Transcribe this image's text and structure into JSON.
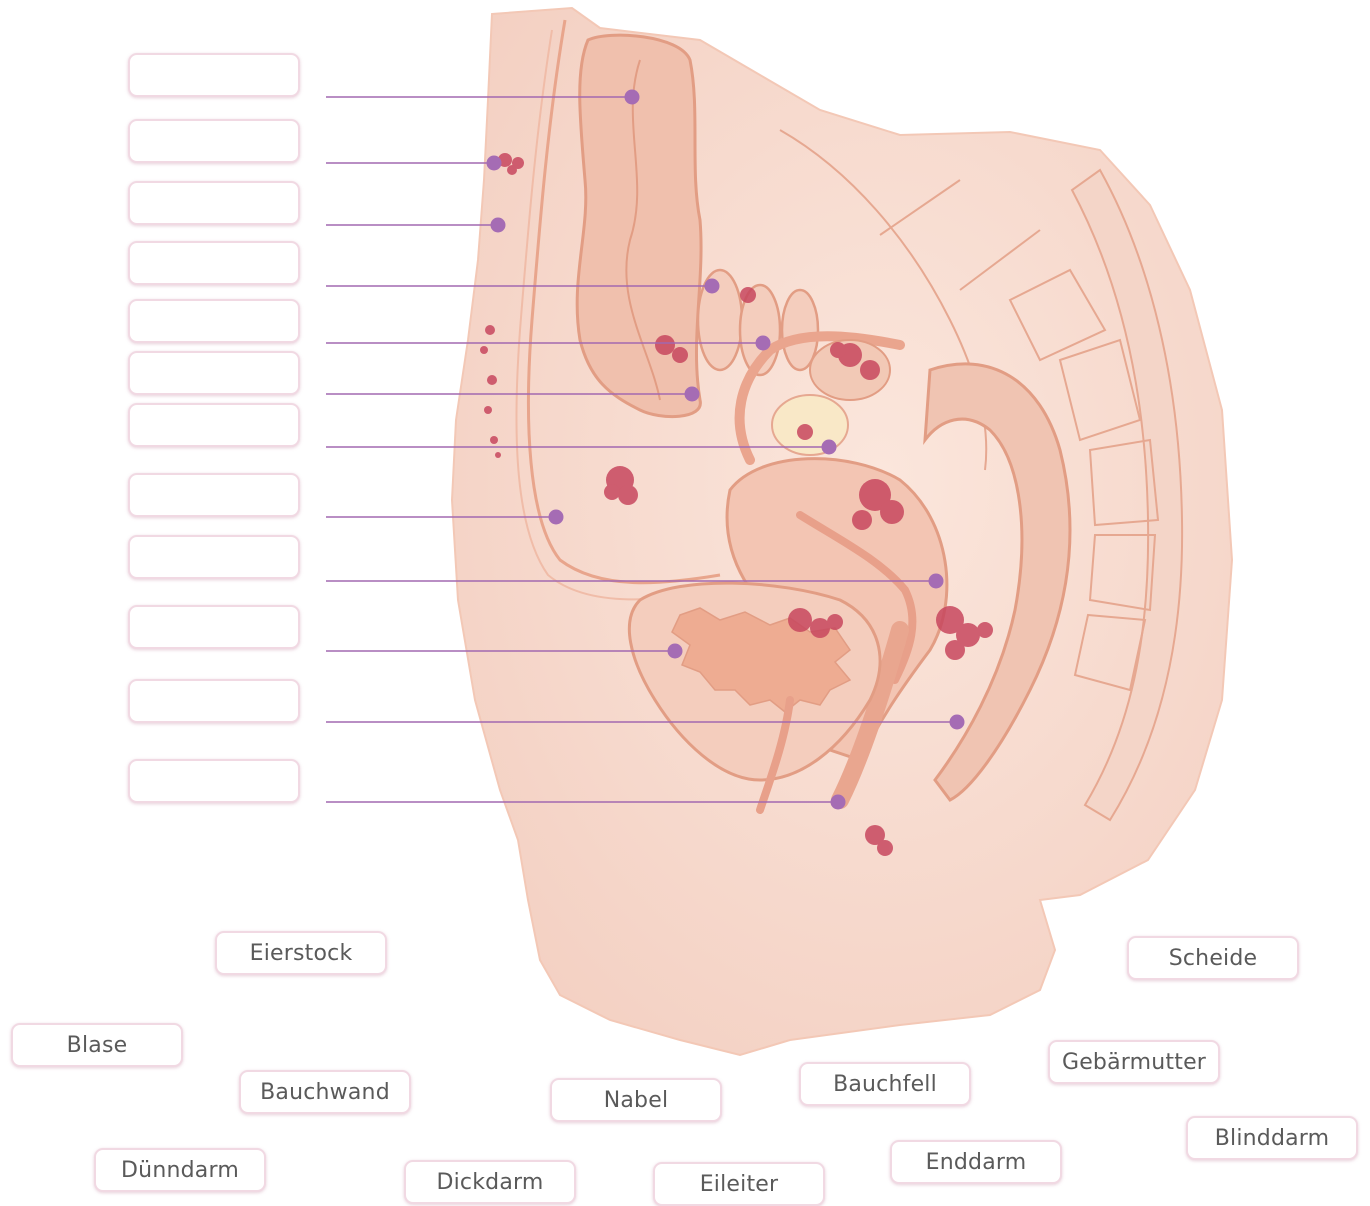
{
  "colors": {
    "leader_line": "#a268b0",
    "marker": "#a56cb4",
    "card_border": "#f1d9e3",
    "card_text": "#5a5a5a",
    "body_skin": "#f8dfd4",
    "organ_outline": "#eaa98f",
    "endometriosis_spots": "#c8485f"
  },
  "answer_slot_count": 12,
  "word_bank": [
    "Eierstock",
    "Scheide",
    "Blase",
    "Gebärmutter",
    "Bauchwand",
    "Nabel",
    "Bauchfell",
    "Blinddarm",
    "Dünndarm",
    "Dickdarm",
    "Eileiter",
    "Enddarm"
  ]
}
